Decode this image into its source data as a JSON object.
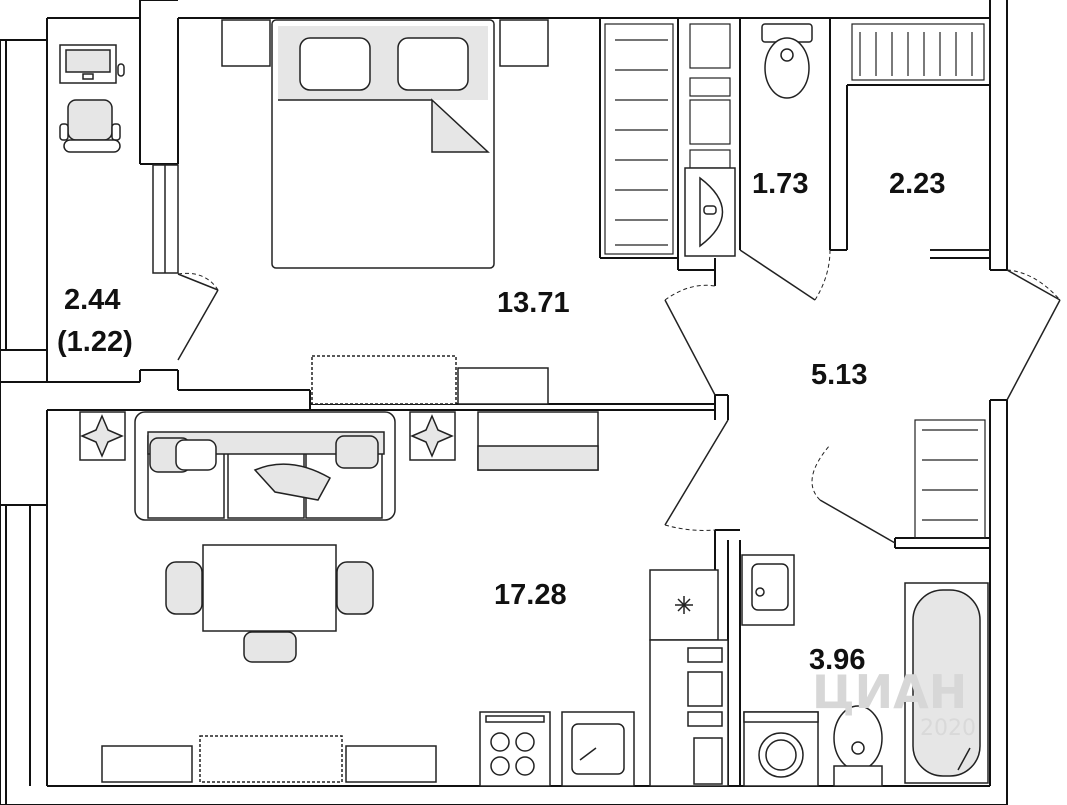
{
  "rooms": {
    "balcony": {
      "area": "2.44",
      "area_half": "(1.22)"
    },
    "bedroom": {
      "area": "13.71"
    },
    "wc": {
      "area": "1.73"
    },
    "closet": {
      "area": "2.23"
    },
    "hall": {
      "area": "5.13"
    },
    "living_kitchen": {
      "area": "17.28"
    },
    "bathroom": {
      "area": "3.96"
    }
  },
  "watermark": {
    "text": "ЦИАН",
    "year": "2020"
  },
  "colors": {
    "wall": "#111111",
    "line": "#222222",
    "furniture_fill": "#e6e6e6",
    "background": "#ffffff"
  },
  "icons": [
    "laptop-icon",
    "office-chair-icon",
    "double-bed-icon",
    "wardrobe-icon",
    "toilet-icon",
    "sink-icon",
    "houseplant-icon",
    "sofa-icon",
    "dining-table-icon",
    "stove-icon",
    "kitchen-sink-icon",
    "washing-machine-icon",
    "bathtub-icon",
    "fan-icon"
  ]
}
